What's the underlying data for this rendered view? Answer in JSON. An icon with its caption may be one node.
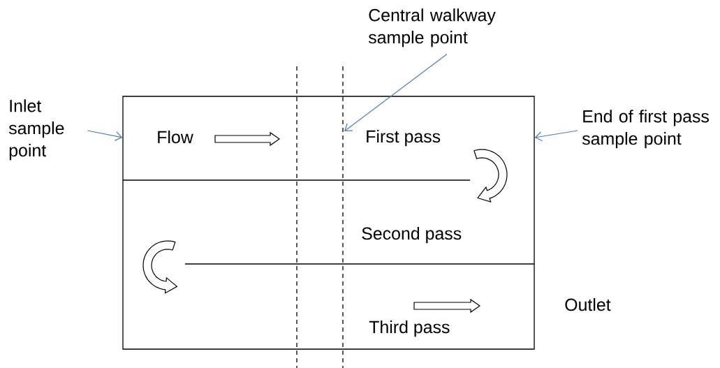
{
  "diagram": {
    "nodes": [
      {
        "text": [
          "Central walkway sample point"
        ]
      },
      {
        "text": [
          "Inlet sample point"
        ]
      },
      {
        "text": [],
        "shape": "box"
      },
      {
        "text": [
          "End of first pass sample point"
        ]
      }
    ],
    "edges": [
      {
        "from": 0,
        "to": 2,
        "arrow": "to"
      },
      {
        "from": 1,
        "to": 2,
        "arrow": "to"
      },
      {
        "from": 3,
        "to": 2,
        "arrow": "to"
      }
    ],
    "labels": [
      "Flow",
      "First pass",
      "Second pass",
      "Third pass",
      "Outlet"
    ]
  }
}
